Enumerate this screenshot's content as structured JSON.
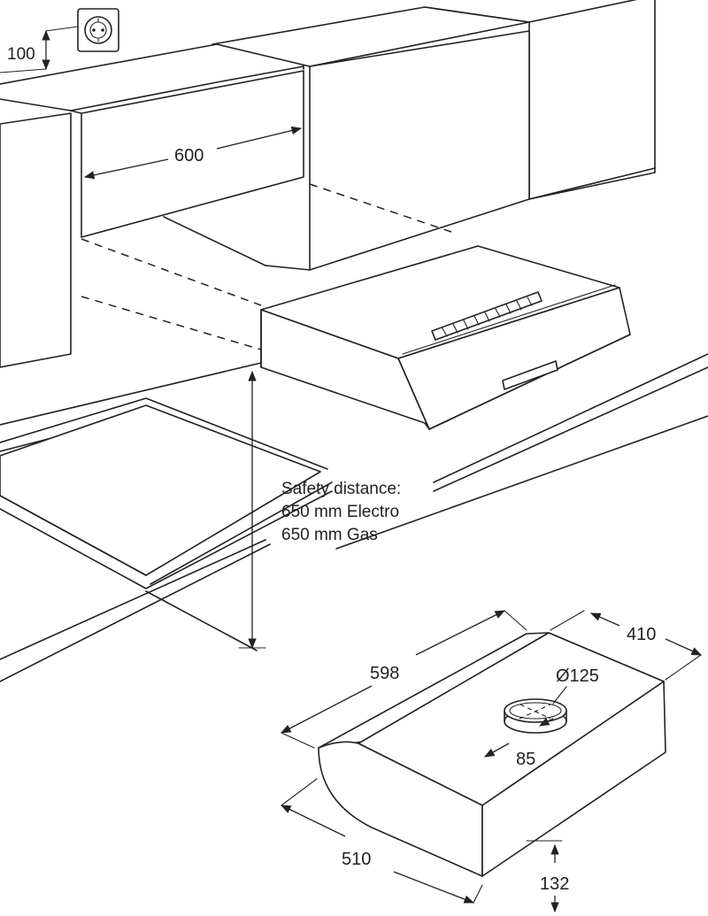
{
  "dimensions": {
    "socket_height": "100",
    "cabinet_width": "600",
    "hood_width": "598",
    "hood_depth": "410",
    "hood_depth_front": "510",
    "hood_height": "132",
    "duct_diameter": "Ø125",
    "duct_offset": "85"
  },
  "safety": {
    "line1": "Safety distance:",
    "line2": "650 mm Electro",
    "line3": "650 mm Gas"
  },
  "icons": {
    "socket": "power-socket-icon",
    "vent": "vent-grille-icon"
  },
  "colors": {
    "stroke": "#222222",
    "background": "#ffffff"
  }
}
